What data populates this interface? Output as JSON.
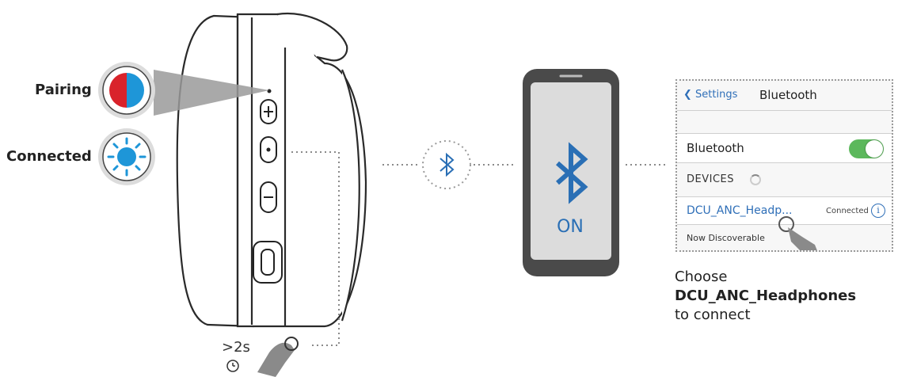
{
  "headphone": {
    "led_pairing_label": "Pairing",
    "led_connected_label": "Connected",
    "press_hint": ">2s",
    "colors": {
      "pairing_red": "#d9232b",
      "pairing_blue": "#1e96d8",
      "connected_blue": "#1e96d8"
    }
  },
  "phone": {
    "bluetooth_icon": "bluetooth-icon",
    "status": "ON",
    "accent": "#2a6fb5"
  },
  "settings": {
    "back_label": "Settings",
    "title": "Bluetooth",
    "bluetooth_row": "Bluetooth",
    "toggle_on": true,
    "devices_header": "DEVICES",
    "device_name": "DCU_ANC_Headp...",
    "device_status": "Connected",
    "discoverable": "Now Discoverable",
    "accent": "#2f6fb8",
    "toggle_color": "#5cb85c"
  },
  "instruction": {
    "line1": "Choose",
    "line2": "DCU_ANC_Headphones",
    "line3": "to connect"
  }
}
